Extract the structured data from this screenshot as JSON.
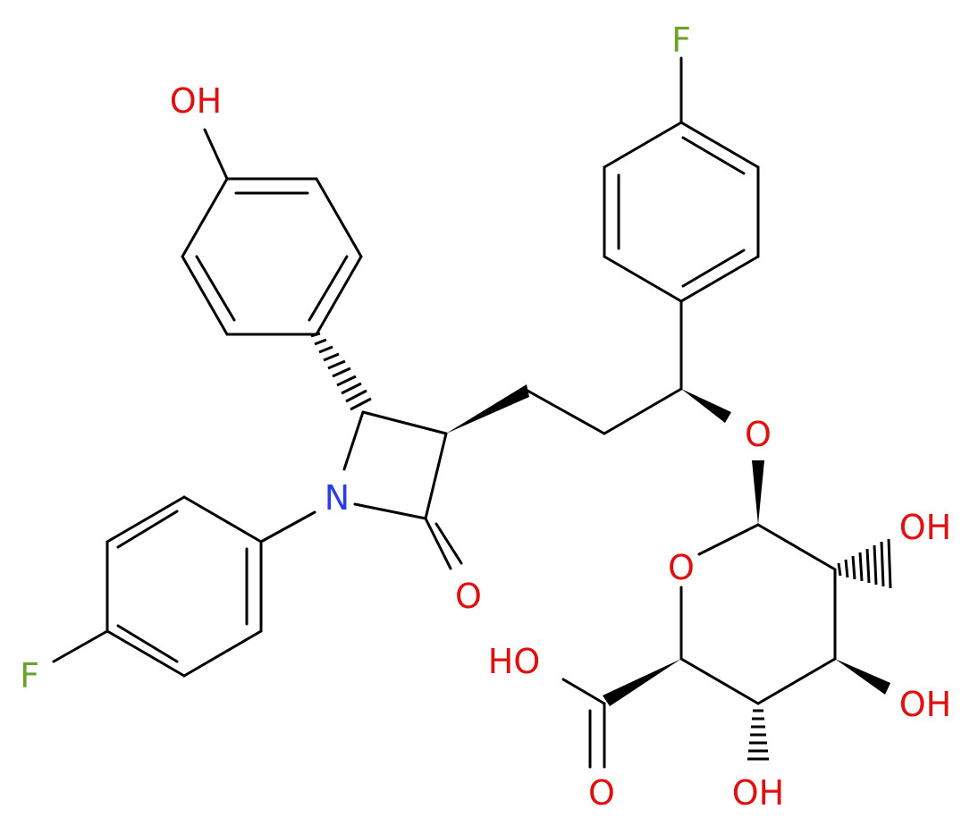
{
  "atoms": {
    "f_top": {
      "text": "F",
      "color": "#6aa22a"
    },
    "f_left": {
      "text": "F",
      "color": "#6aa22a"
    },
    "oh_phenol": {
      "text": "OH",
      "color": "#e01010"
    },
    "n_lactam": {
      "text": "N",
      "color": "#2a3ee8"
    },
    "o_carbonyl": {
      "text": "O",
      "color": "#e01010"
    },
    "o_glycosidic": {
      "text": "O",
      "color": "#e01010"
    },
    "o_ring": {
      "text": "O",
      "color": "#e01010"
    },
    "oh_c2": {
      "text": "OH",
      "color": "#e01010"
    },
    "oh_c3": {
      "text": "OH",
      "color": "#e01010"
    },
    "oh_c4": {
      "text": "OH",
      "color": "#e01010"
    },
    "ho_acid": {
      "text": "HO",
      "color": "#e01010"
    },
    "o_acid": {
      "text": "O",
      "color": "#e01010"
    }
  }
}
